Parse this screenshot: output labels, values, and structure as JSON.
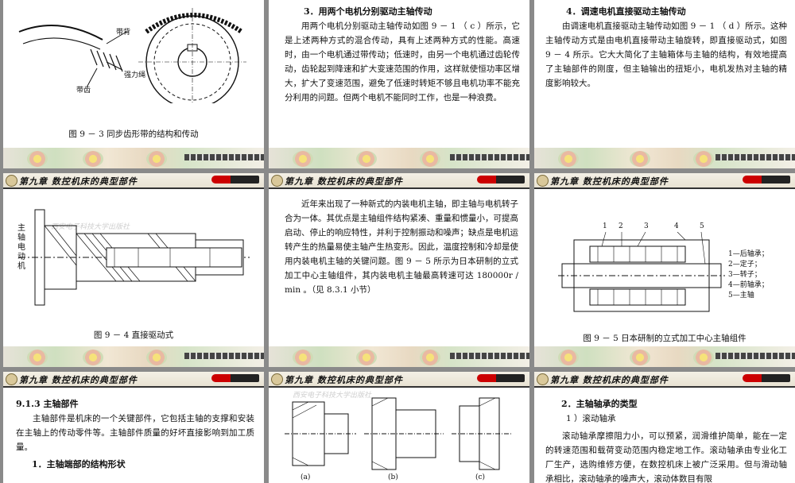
{
  "header": {
    "chapter_title": "第九章  数控机床的典型部件"
  },
  "watermark": "西安电子科技大学出版社",
  "slide1": {
    "labels": {
      "belt_back": "带背",
      "strong_rope": "强力绳",
      "belt_tooth": "带齿"
    },
    "caption": "图 9 － 3    同步齿形带的结构和传动"
  },
  "slide2": {
    "heading": "3．用两个电机分别驱动主轴传动",
    "body": "用两个电机分别驱动主轴传动如图 9 － 1 （ c ）所示，它是上述两种方式的混合传动，具有上述两种方式的性能。高速时，由一个电机通过带传动；低速时，由另一个电机通过齿轮传动，齿轮起到降速和扩大变速范围的作用，这样就使恒功率区增大，扩大了变速范围，避免了低速时转矩不够且电机功率不能充分利用的问题。但两个电机不能同时工作，也是一种浪费。"
  },
  "slide3": {
    "heading": "4．调速电机直接驱动主轴传动",
    "body": "由调速电机直接驱动主轴传动如图 9 － 1 （ d ）所示。这种主轴传动方式是由电机直接带动主轴旋转，即直接驱动式，如图 9 － 4 所示。它大大简化了主轴箱体与主轴的结构，有效地提高了主轴部件的刚度，但主轴输出的扭矩小，电机发热对主轴的精度影响较大。"
  },
  "slide4": {
    "motor_label": "主轴电动机",
    "caption": "图 9 － 4    直接驱动式"
  },
  "slide5": {
    "body": "近年来出现了一种新式的内装电机主轴，即主轴与电机转子合为一体。其优点是主轴组件结构紧凑、重量和惯量小，可提高启动、停止的响应特性，并利于控制振动和噪声；缺点是电机运转产生的热量易使主轴产生热变形。因此，温度控制和冷却是使用内装电机主轴的关键问题。图 9 － 5 所示为日本研制的立式加工中心主轴组件，其内装电机主轴最高转速可达 180000r / min 。（见 8.3.1 小节）"
  },
  "slide6": {
    "numbers": [
      "1",
      "2",
      "3",
      "4",
      "5"
    ],
    "legend": [
      "1—后轴承；",
      "2—定子；",
      "3—转子；",
      "4—前轴承；",
      "5—主轴"
    ],
    "caption": "图 9 － 5    日本研制的立式加工中心主轴组件"
  },
  "slide7": {
    "heading": "9.1.3    主轴部件",
    "body": "主轴部件是机床的一个关键部件，它包括主轴的支撑和安装在主轴上的传动零件等。主轴部件质量的好坏直接影响到加工质量。",
    "subheading": "1．主轴端部的结构形状"
  },
  "slide8": {
    "fig_labels": [
      "(a)",
      "(b)",
      "(c)"
    ]
  },
  "slide9": {
    "heading": "2．主轴轴承的类型",
    "subheading": "1 ）滚动轴承",
    "body": "滚动轴承摩擦阻力小，可以预紧，润滑维护简单，能在一定的转速范围和载荷变动范围内稳定地工作。滚动轴承由专业化工厂生产，选购维修方便，在数控机床上被广泛采用。但与滑动轴承相比，滚动轴承的噪声大，滚动体数目有限"
  }
}
